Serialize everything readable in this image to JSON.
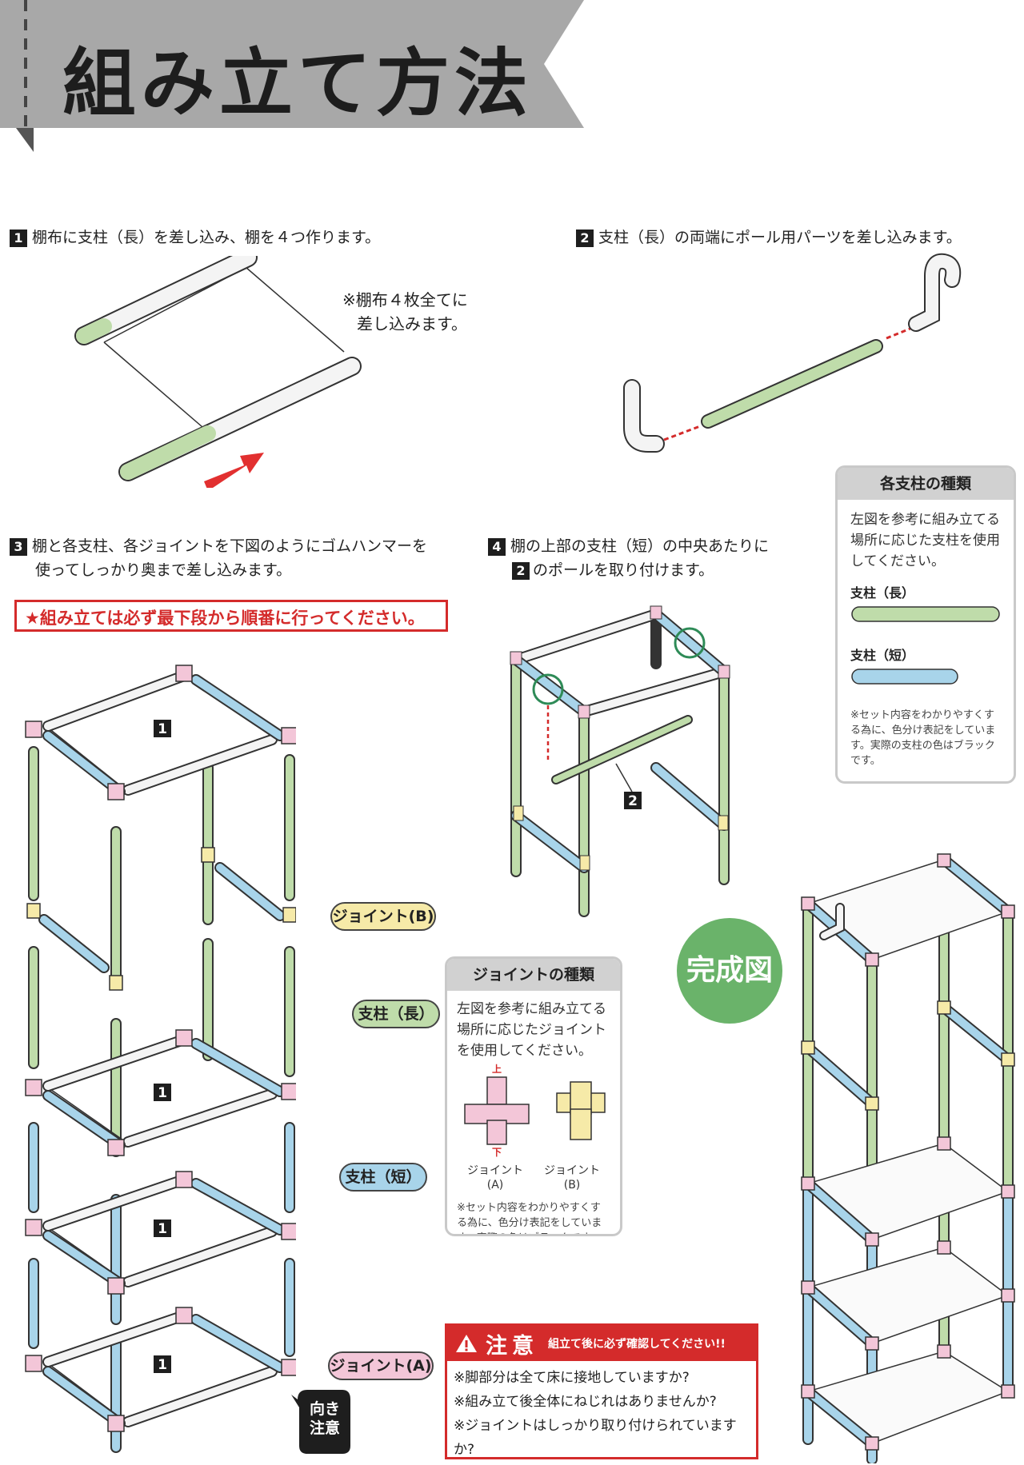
{
  "header": {
    "title": "組み立て方法"
  },
  "steps": {
    "s1": {
      "num": "1",
      "text": "棚布に支柱（長）を差し込み、棚を４つ作ります。",
      "note_line1": "※棚布４枚全てに",
      "note_line2": "差し込みます。"
    },
    "s2": {
      "num": "2",
      "text": "支柱（長）の両端にポール用パーツを差し込みます。"
    },
    "s3": {
      "num": "3",
      "text_line1": "棚と各支柱、各ジョイントを下図のようにゴムハンマーを",
      "text_line2": "使ってしっかり奥まで差し込みます。"
    },
    "s4": {
      "num": "4",
      "text_line1": "棚の上部の支柱（短）の中央あたりに",
      "ref_num": "2",
      "text_line2": "のポールを取り付けます。"
    }
  },
  "warning_red": "★組み立ては必ず最下段から順番に行ってください。",
  "pole_panel": {
    "title": "各支柱の種類",
    "desc": "左図を参考に組み立てる場所に応じた支柱を使用してください。",
    "long_label": "支柱（長）",
    "short_label": "支柱（短）",
    "note": "※セット内容をわかりやすくする為に、色分け表記をしています。実際の支柱の色はブラックです。"
  },
  "joint_panel": {
    "title": "ジョイントの種類",
    "desc": "左図を参考に組み立てる場所に応じたジョイントを使用してください。",
    "up": "上",
    "down": "下",
    "joint_a": "ジョイント(A)",
    "joint_b": "ジョイント(B)",
    "note": "※セット内容をわかりやすくする為に、色分け表記をしています。実際の色はブラックです。"
  },
  "callouts": {
    "joint_b": "ジョイント(B)",
    "pole_long": "支柱（長）",
    "pole_short": "支柱（短）",
    "joint_a": "ジョイント(A)"
  },
  "shelf_labels": [
    "1",
    "1",
    "1",
    "1"
  ],
  "pole_ref": "2",
  "complete_label": "完成図",
  "muki_label": "向き注意",
  "caution": {
    "title": "注意",
    "subtitle": "組立て後に必ず確認してください!!",
    "items": [
      "※脚部分は全て床に接地していますか?",
      "※組み立て後全体にねじれはありませんか?",
      "※ジョイントはしっかり取り付けられていますか?"
    ]
  },
  "colors": {
    "long": "#bfdcaa",
    "short": "#a8d4ea",
    "jointA": "#f3c6d8",
    "jointB": "#f6eaa8",
    "red": "#d42b2b",
    "grey": "#a7a7a7"
  }
}
